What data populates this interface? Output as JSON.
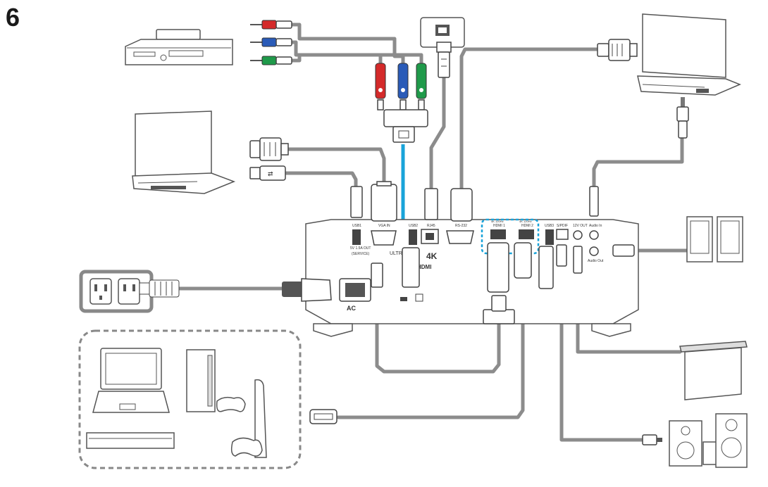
{
  "step_number": "6",
  "colors": {
    "cable": "#8c8c8c",
    "accent_blue": "#19a3d9",
    "rca_red": "#d42a2a",
    "rca_green": "#1f9a4a",
    "rca_blue": "#2a5bb8"
  },
  "projector_ports": {
    "usb1": "USB1",
    "vga_in": "VGA IN",
    "usb2": "USB2",
    "lan": "RJ45",
    "rs232": "RS-232",
    "hdmi1_top": "4K 120Hz",
    "hdmi1": "HDMI 1",
    "hdmi2_top": "4K 120Hz",
    "hdmi2": "HDMI 2",
    "usb3": "USB3",
    "s_pdif": "S/PDIF",
    "dc_out": "12V OUT",
    "audio_in": "Audio In",
    "audio_out": "Audio Out",
    "usb_power": "5V 1.5A OUT",
    "usb_power_sub": "(SERVICE)",
    "ac": "AC",
    "ultra_hd": "ULTRA HD",
    "k4": "4K",
    "hdmi_logo": "HDMI"
  }
}
